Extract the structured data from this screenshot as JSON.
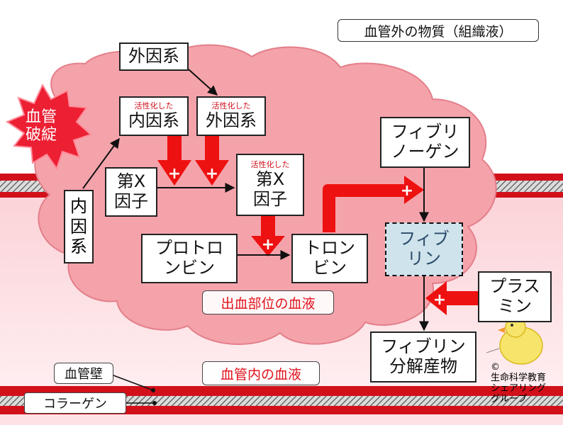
{
  "header_label": "血管外の物質（組織液）",
  "burst": {
    "line1": "血管",
    "line2": "破綻"
  },
  "extrinsic_factor": "外因系",
  "intrinsic_factor_vertical": [
    "内",
    "因",
    "系"
  ],
  "activated_intrinsic": {
    "prefix": "活性化した",
    "label": "内因系"
  },
  "activated_extrinsic": {
    "prefix": "活性化した",
    "label": "外因系"
  },
  "factor_x": {
    "line1": "第X",
    "line2": "因子"
  },
  "activated_factor_x": {
    "prefix": "活性化した",
    "line1": "第X",
    "line2": "因子"
  },
  "prothrombin": {
    "line1": "プロトロ",
    "line2": "ンビン"
  },
  "thrombin": {
    "line1": "トロン",
    "line2": "ビン"
  },
  "fibrinogen": {
    "line1": "フィブリ",
    "line2": "ノーゲン"
  },
  "fibrin": {
    "line1": "フィブ",
    "line2": "リン"
  },
  "plasmin": {
    "line1": "プラス",
    "line2": "ミン"
  },
  "fdp": {
    "line1": "フィブリン",
    "line2": "分解産物"
  },
  "bleeding_site_blood": "出血部位の血液",
  "intravascular_blood": "血管内の血液",
  "vessel_wall": "血管壁",
  "collagen": "コラーゲン",
  "copyright": {
    "symbol": "©",
    "line1": "生命科学教育",
    "line2": "シェアリング",
    "line3": "グループ"
  },
  "plus_sign": "+",
  "colors": {
    "cloud_fill": "#f5a3ab",
    "cloud_stroke": "#e37f8a",
    "vessel_red": "#d2101a",
    "arrow_red": "#ee1111",
    "background_pink": "#fde2e5",
    "burst_fill": "#ec1f33"
  }
}
